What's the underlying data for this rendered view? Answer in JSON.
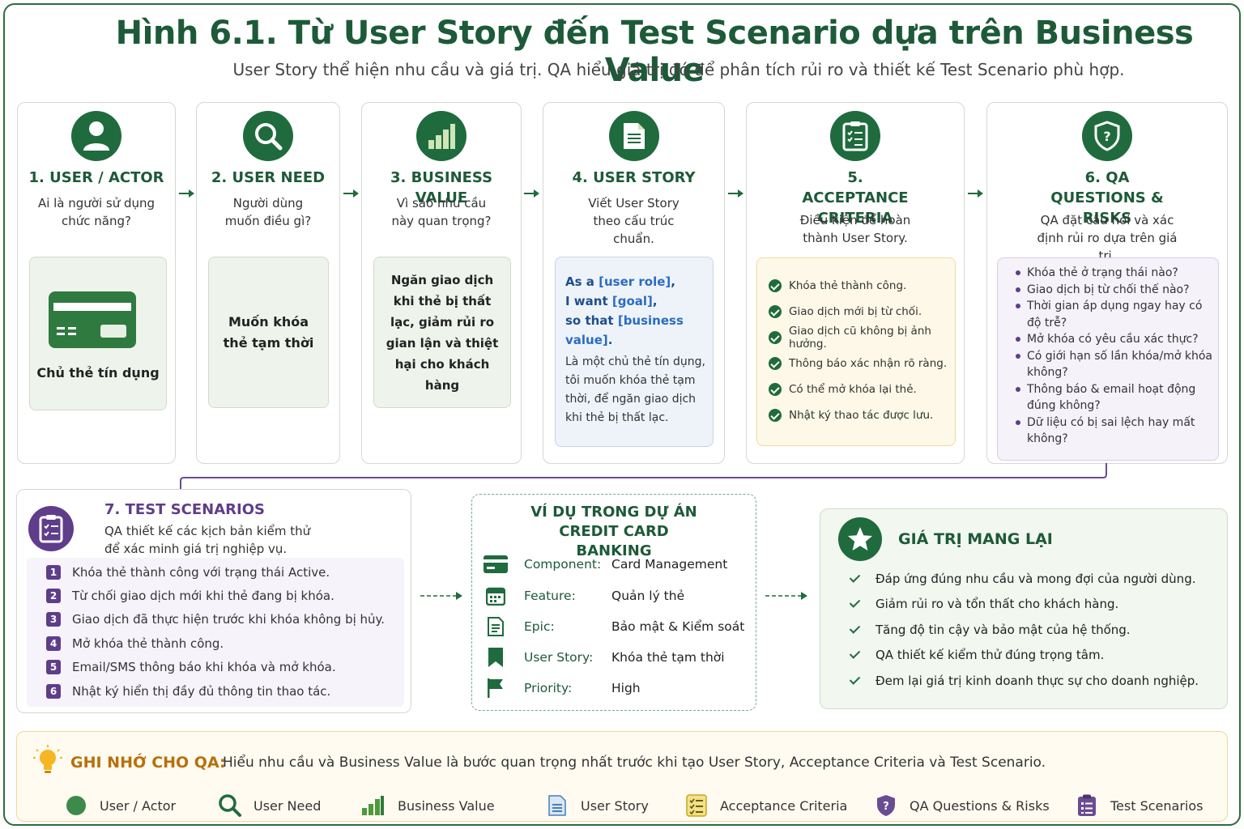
{
  "title": "Hình 6.1. Từ User Story đến Test Scenario dựa trên Business Value",
  "subtitle": "User Story thể hiện nhu cầu và giá trị. QA hiểu giá trị đó để phân tích rủi ro và thiết kế Test Scenario phù hợp.",
  "steps": [
    {
      "title": "1. USER / ACTOR",
      "desc": "Ai là người sử dụng chức năng?",
      "box": "Chủ thẻ tín dụng",
      "icon": "user-icon"
    },
    {
      "title": "2. USER NEED",
      "desc": "Người dùng muốn điều gì?",
      "box": "Muốn khóa thẻ tạm thời",
      "icon": "search-icon"
    },
    {
      "title": "3. BUSINESS VALUE",
      "desc": "Vì sao nhu cầu này quan trọng?",
      "box": "Ngăn giao dịch khi thẻ bị thất lạc, giảm rủi ro gian lận và thiệt hại cho khách hàng",
      "icon": "bar-chart-icon"
    },
    {
      "title": "4. USER STORY",
      "desc": "Viết User Story theo cấu trúc chuẩn.",
      "icon": "document-icon",
      "template": {
        "as_a": "As a",
        "role": "[user role]",
        "want": "I want",
        "goal": "[goal]",
        "so_that": "so that",
        "value": "[business value]"
      },
      "example": "Là một chủ thẻ tín dụng, tôi muốn khóa thẻ tạm thời, để ngăn giao dịch khi thẻ bị thất lạc."
    },
    {
      "title": "5. ACCEPTANCE CRITERIA",
      "desc": "Điều kiện để hoàn thành User Story.",
      "icon": "checklist-icon",
      "items": [
        "Khóa thẻ thành công.",
        "Giao dịch mới bị từ chối.",
        "Giao dịch cũ không bị ảnh hưởng.",
        "Thông báo xác nhận rõ ràng.",
        "Có thể mở khóa lại thẻ.",
        "Nhật ký thao tác được lưu."
      ]
    },
    {
      "title": "6. QA QUESTIONS & RISKS",
      "desc": "QA đặt câu hỏi và xác định rủi ro dựa trên giá trị.",
      "icon": "shield-question-icon",
      "items": [
        "Khóa thẻ ở trạng thái nào?",
        "Giao dịch bị từ chối thế nào?",
        "Thời gian áp dụng ngay hay có độ trễ?",
        "Mở khóa có yêu cầu xác thực?",
        "Có giới hạn số lần khóa/mở khóa không?",
        "Thông báo & email hoạt động đúng không?",
        "Dữ liệu có bị sai lệch hay mất không?"
      ]
    }
  ],
  "test_scenarios": {
    "title": "7. TEST SCENARIOS",
    "desc": "QA thiết kế các kịch bản kiểm thử để xác minh giá trị nghiệp vụ.",
    "items": [
      "Khóa thẻ thành công với trạng thái Active.",
      "Từ chối giao dịch mới khi thẻ đang bị khóa.",
      "Giao dịch đã thực hiện trước khi khóa không bị hủy.",
      "Mở khóa thẻ thành công.",
      "Email/SMS thông báo khi khóa và mở khóa.",
      "Nhật ký hiển thị đầy đủ thông tin thao tác."
    ]
  },
  "example": {
    "title": "VÍ DỤ TRONG DỰ ÁN CREDIT CARD BANKING",
    "rows": [
      {
        "key": "Component:",
        "value": "Card Management",
        "icon": "card-icon"
      },
      {
        "key": "Feature:",
        "value": "Quản lý thẻ",
        "icon": "calendar-icon"
      },
      {
        "key": "Epic:",
        "value": "Bảo mật & Kiểm soát",
        "icon": "list-document-icon"
      },
      {
        "key": "User Story:",
        "value": "Khóa thẻ tạm thời",
        "icon": "bookmark-icon"
      },
      {
        "key": "Priority:",
        "value": "High",
        "icon": "flag-icon"
      }
    ]
  },
  "value": {
    "title": "GIÁ TRỊ MANG LẠI",
    "items": [
      "Đáp ứng đúng nhu cầu và mong đợi của người dùng.",
      "Giảm rủi ro và tổn thất cho khách hàng.",
      "Tăng độ tin cậy và bảo mật của hệ thống.",
      "QA thiết kế kiểm thử đúng trọng tâm.",
      "Đem lại giá trị kinh doanh thực sự cho doanh nghiệp."
    ]
  },
  "note": {
    "label": "GHI NHỚ CHO QA:",
    "text": "Hiểu nhu cầu và Business Value là bước quan trọng nhất trước khi tạo User Story, Acceptance Criteria và Test Scenario."
  },
  "legend": [
    "User / Actor",
    "User Need",
    "Business Value",
    "User Story",
    "Acceptance Criteria",
    "QA Questions & Risks",
    "Test Scenarios"
  ],
  "colors": {
    "primary_green": "#1f6b3d",
    "purple": "#5f3d8a",
    "blue": "#2b6cc2",
    "amber": "#b8700a"
  }
}
